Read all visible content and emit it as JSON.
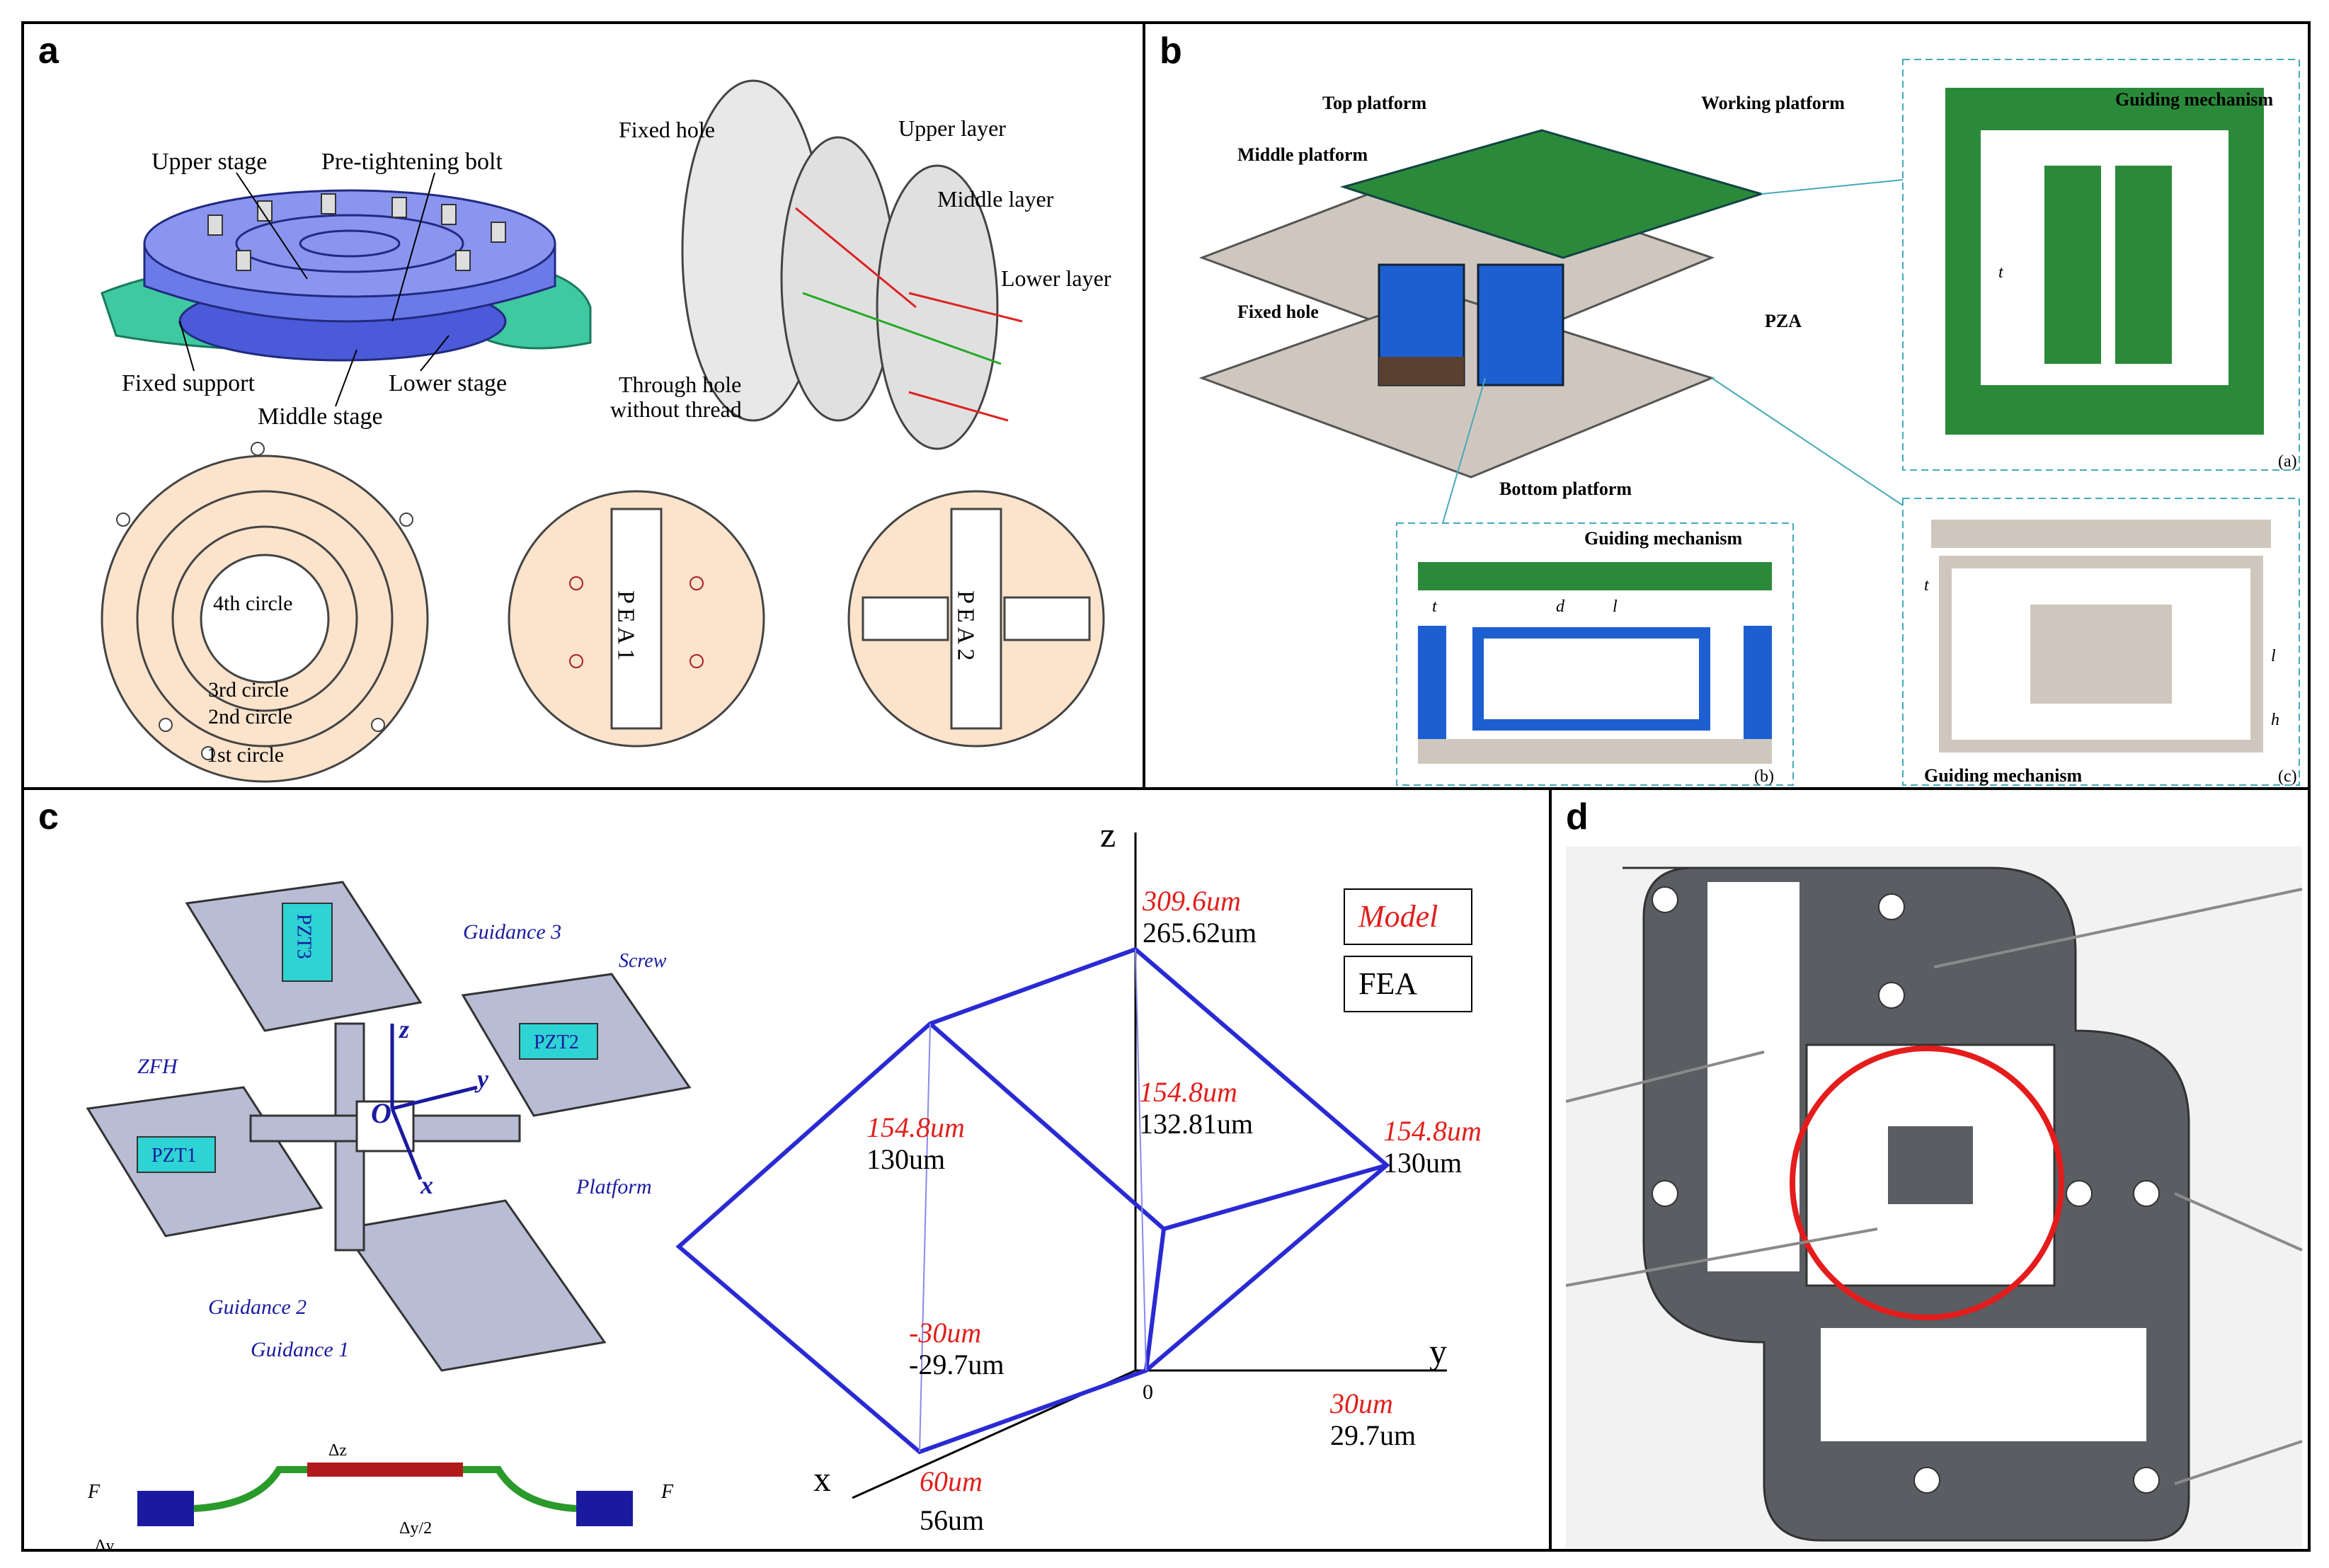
{
  "panels": {
    "a": {
      "label": "a",
      "callouts": {
        "upper_stage": "Upper stage",
        "pretightening_bolt": "Pre-tightening bolt",
        "fixed_support": "Fixed support",
        "lower_stage": "Lower stage",
        "middle_stage": "Middle stage",
        "fixed_hole": "Fixed hole",
        "upper_layer": "Upper  layer",
        "middle_layer": "Middle  layer",
        "lower_layer": "Lower  layer",
        "through_hole_1": "Through hole",
        "through_hole_2": "without thread",
        "circle4": "4th circle",
        "circle3": "3rd circle",
        "circle2": "2nd circle",
        "circle1": "1st circle",
        "pea1": "PEA1",
        "pea2": "PEA2"
      }
    },
    "b": {
      "label": "b",
      "callouts": {
        "top_platform": "Top platform",
        "working_platform": "Working platform",
        "middle_platform": "Middle platform",
        "fixed_hole": "Fixed hole",
        "pza": "PZA",
        "bottom_platform": "Bottom platform",
        "guiding_mechanism_a": "Guiding mechanism",
        "guiding_mechanism_b": "Guiding mechanism",
        "guiding_mechanism_c": "Guiding mechanism",
        "sub_a": "(a)",
        "sub_b": "(b)",
        "sub_c": "(c)",
        "tt2": "t",
        "tm2": "t",
        "dm2": "d",
        "lm1": "l",
        "tb2": "t",
        "lb": "l",
        "hb": "h"
      }
    },
    "c": {
      "label": "c",
      "callouts": {
        "guidance1": "Guidance 1",
        "guidance2": "Guidance 2",
        "guidance3": "Guidance 3",
        "screw": "Screw",
        "zfh": "ZFH",
        "platform": "Platform",
        "pzt1": "PZT1",
        "pzt2": "PZT2",
        "pzt3": "PZT3",
        "origin": "O",
        "f1": "F",
        "f2": "F",
        "delta_z": "Δz",
        "delta_y": "Δy",
        "delta_y2": "Δy/2"
      },
      "legend": {
        "model": "Model",
        "fea": "FEA"
      },
      "axes": {
        "x": "x",
        "y": "y",
        "z": "z",
        "zero": "0"
      },
      "model_color": "#e0201c",
      "frame_color": "#2a2ad4",
      "annotations": [
        {
          "model": "309.6um",
          "fea": "265.62um"
        },
        {
          "model": "154.8um",
          "fea": "132.81um"
        },
        {
          "model": "154.8um",
          "fea": "130um"
        },
        {
          "model": "154.8um",
          "fea": "130um"
        },
        {
          "model": "-30um",
          "fea": "-29.7um"
        },
        {
          "model": "30um",
          "fea": "29.7um"
        },
        {
          "model": "60um",
          "fea": "56um"
        }
      ]
    },
    "d": {
      "label": "d",
      "highlight_color": "#e51c1c"
    }
  }
}
